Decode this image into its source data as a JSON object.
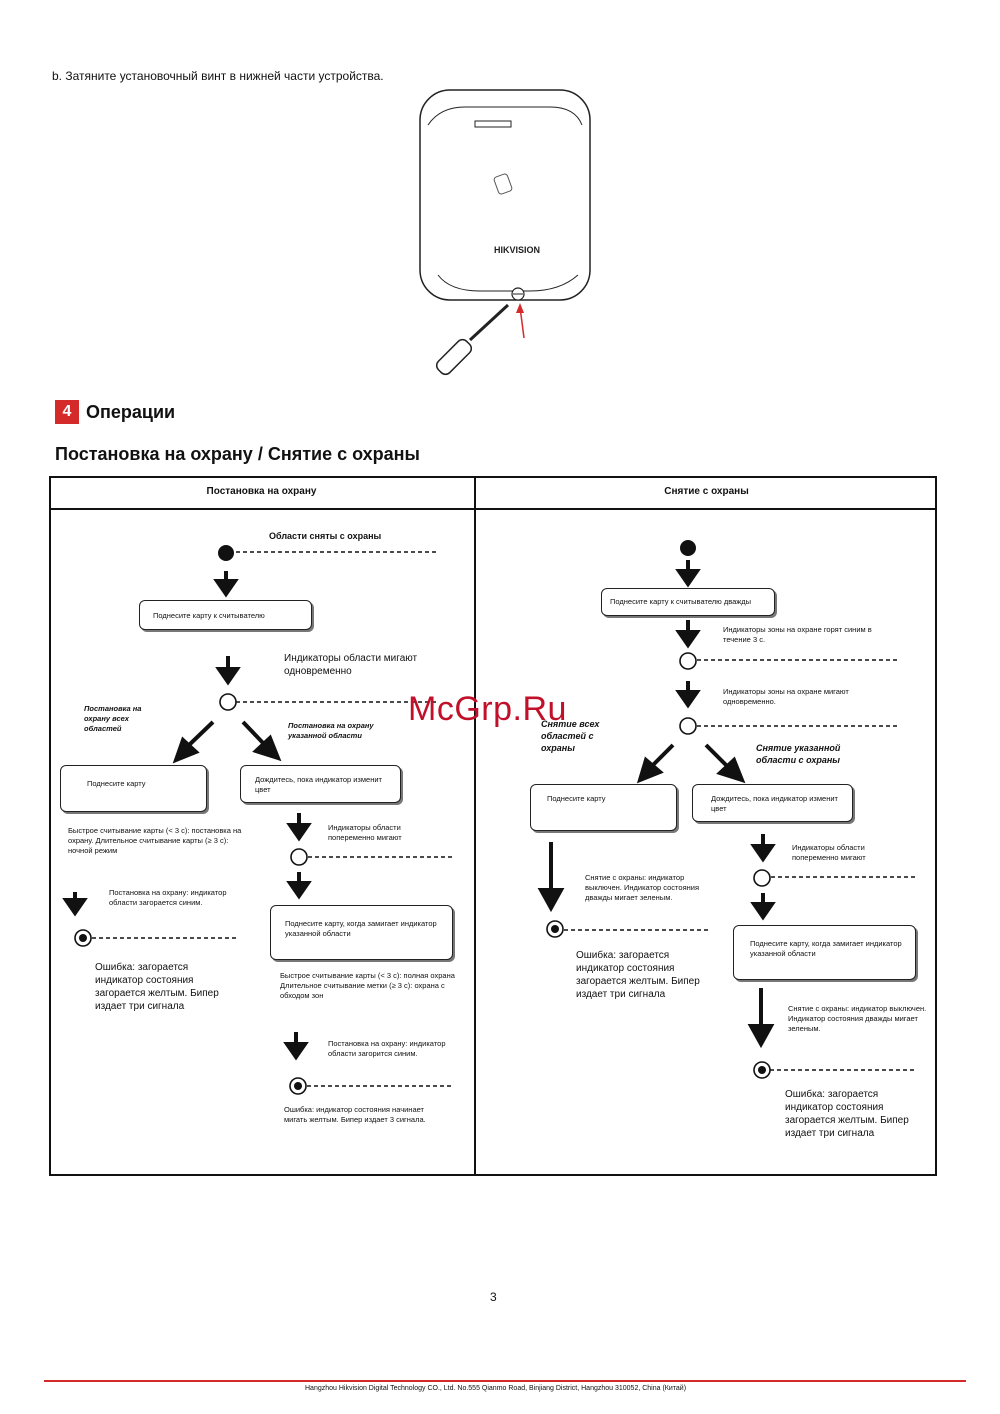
{
  "step_b": "b.  Затяните установочный винт в нижней части устройства.",
  "device": {
    "brand": "HIKVISION"
  },
  "section": {
    "number": "4",
    "title": "Операции"
  },
  "subtitle": "Постановка на охрану / Снятие с охраны",
  "arming": {
    "header": "Постановка на охрану",
    "start_label": "Области сняты с охраны",
    "box_tap": "Поднесите карту к считывателю",
    "blink_note": "Индикаторы области мигают одновременно",
    "left_branch_label": "Постановка на охрану всех областей",
    "right_branch_label": "Постановка на охрану указанной области",
    "box_left": "Поднесите карту",
    "box_right": "Дождитесь, пока индикатор изменит цвет",
    "left_read_note": "Быстрое считывание карты (< 3 с): постановка на охрану. Длительное считывание карты (≥ 3 с): ночной режим",
    "left_success": "Постановка на охрану: индикатор области загорается синим.",
    "left_error": "Ошибка: загорается индикатор состояния загорается желтым. Бипер издает три сигнала",
    "alt_blink": "Индикаторы области попеременно мигают",
    "box_right2": "Поднесите карту, когда замигает индикатор указанной области",
    "right_read_note": "Быстрое считывание карты (< 3 с): полная охрана Длительное считывание метки (≥ 3 с): охрана с обходом зон",
    "right_success": "Постановка на охрану: индикатор области загорится синим.",
    "right_error": "Ошибка: индикатор состояния начинает мигать желтым. Бипер издает 3 сигнала."
  },
  "disarming": {
    "header": "Снятие с охраны",
    "box_tap": "Поднесите карту к считывателю дважды",
    "blue_note": "Индикаторы зоны на охране горят синим в течение 3 с.",
    "blink_note": "Индикаторы зоны на охране мигают одновременно.",
    "left_branch_label": "Снятие всех областей с охраны",
    "right_branch_label": "Снятие указанной области с охраны",
    "box_left": "Поднесите карту",
    "box_right": "Дождитесь, пока индикатор изменит цвет",
    "left_success": "Снятие с охраны: индикатор выключен. Индикатор состояния дважды мигает зеленым.",
    "left_error": "Ошибка: загорается индикатор состояния загорается желтым. Бипер издает три сигнала",
    "alt_blink": "Индикаторы области попеременно мигают",
    "box_right2": "Поднесите карту, когда замигает индикатор указанной области",
    "right_success": "Снятие с охраны: индикатор выключен. Индикатор состояния дважды мигает зеленым.",
    "right_error": "Ошибка: загорается индикатор состояния загорается желтым. Бипер издает три сигнала"
  },
  "watermark": "McGrp.Ru",
  "page_number": "3",
  "footer": "Hangzhou Hikvision Digital Technology CO., Ltd. No.555 Qianmo Road, Binjiang District, Hangzhou 310052, China (Китай)",
  "colors": {
    "accent": "#d42a2a",
    "watermark": "#c0102a"
  }
}
